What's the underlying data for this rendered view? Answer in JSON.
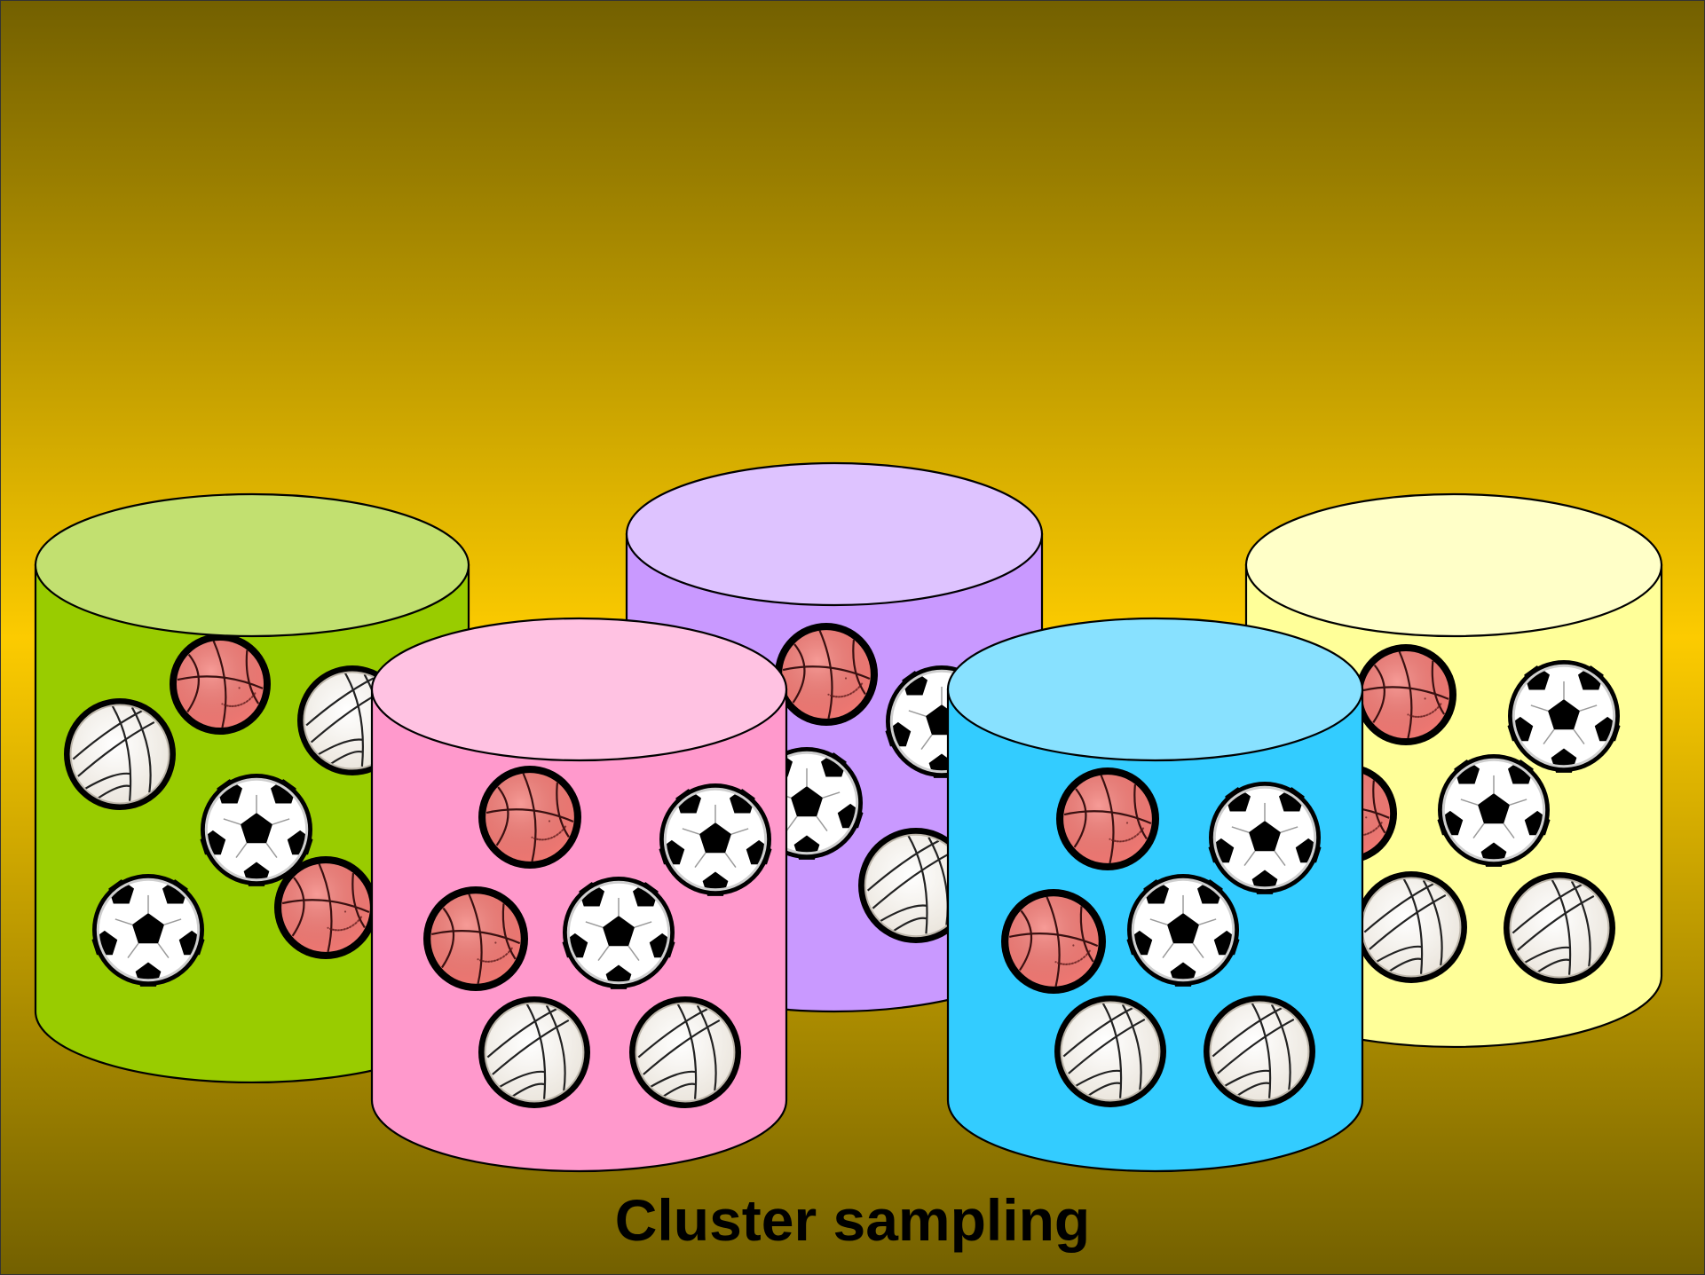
{
  "slide": {
    "caption": "Cluster sampling"
  },
  "colors": {
    "background_mid": "#FCCB00",
    "background_edge": "#736000",
    "basketball": "#F47A74",
    "soccer_patch": "#000000",
    "volleyball": "#FFFFFF"
  },
  "clusters": [
    {
      "name": "green",
      "body": "#99CC00",
      "top": "#C2E070",
      "balls": [
        "volleyball",
        "basketball",
        "volleyball",
        "soccer",
        "soccer",
        "basketball"
      ]
    },
    {
      "name": "purple",
      "body": "#C999FF",
      "top": "#DEC3FF",
      "balls": [
        "basketball",
        "soccer",
        "soccer",
        "volleyball"
      ]
    },
    {
      "name": "yellow",
      "body": "#FFFF99",
      "top": "#FFFFC8",
      "balls": [
        "basketball",
        "soccer",
        "basketball",
        "soccer",
        "volleyball",
        "volleyball"
      ]
    },
    {
      "name": "pink",
      "body": "#FF99CC",
      "top": "#FFC2E2",
      "balls": [
        "basketball",
        "soccer",
        "basketball",
        "soccer",
        "volleyball",
        "volleyball"
      ]
    },
    {
      "name": "blue",
      "body": "#33CCFF",
      "top": "#88E1FF",
      "balls": [
        "basketball",
        "soccer",
        "basketball",
        "soccer",
        "volleyball",
        "volleyball"
      ]
    }
  ]
}
